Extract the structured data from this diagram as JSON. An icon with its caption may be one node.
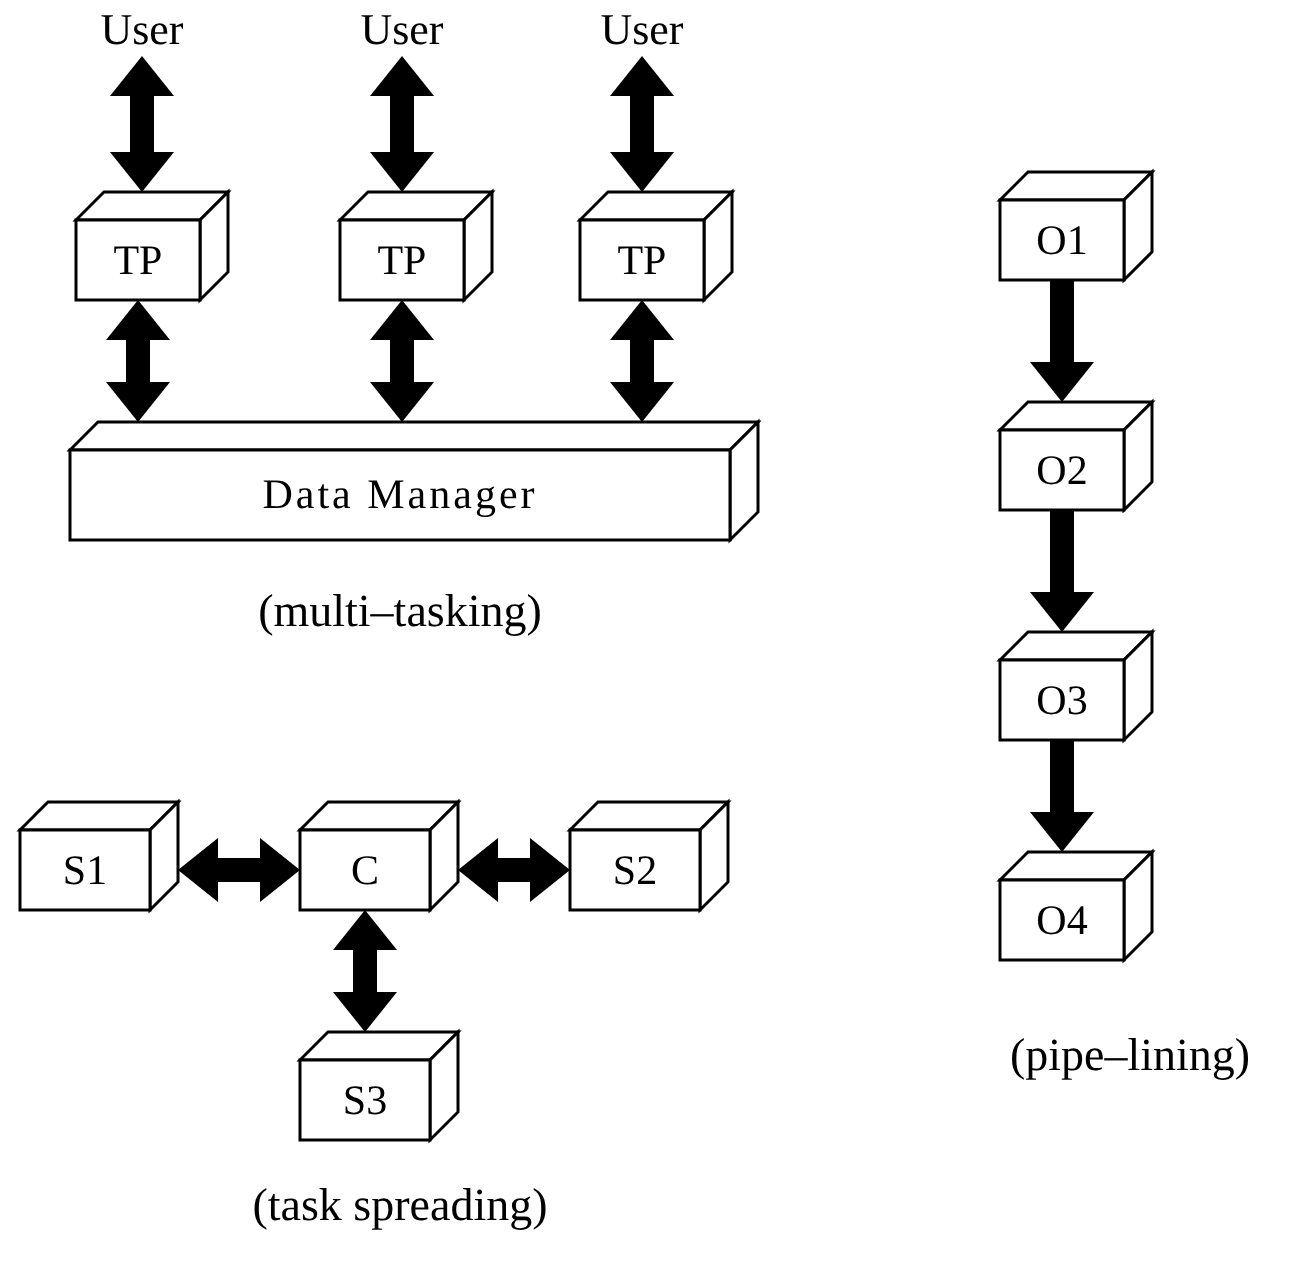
{
  "diagram": {
    "nodes": [
      {
        "text": [
          "User"
        ]
      },
      {
        "text": [
          "User"
        ]
      },
      {
        "text": [
          "User"
        ]
      },
      {
        "text": [
          "TP"
        ]
      },
      {
        "text": [
          "TP"
        ]
      },
      {
        "text": [
          "TP"
        ]
      },
      {
        "text": [
          "Data Manager"
        ]
      },
      {
        "text": [
          "O1"
        ]
      },
      {
        "text": [
          "O2"
        ]
      },
      {
        "text": [
          "O3"
        ]
      },
      {
        "text": [
          "O4"
        ]
      },
      {
        "text": [
          "S1"
        ]
      },
      {
        "text": [
          "C"
        ]
      },
      {
        "text": [
          "S2"
        ]
      },
      {
        "text": [
          "S3"
        ]
      }
    ],
    "edges": [
      {
        "from": 0,
        "to": 3,
        "arrow": "both"
      },
      {
        "from": 1,
        "to": 4,
        "arrow": "both"
      },
      {
        "from": 2,
        "to": 5,
        "arrow": "both"
      },
      {
        "from": 3,
        "to": 6,
        "arrow": "both"
      },
      {
        "from": 4,
        "to": 6,
        "arrow": "both"
      },
      {
        "from": 5,
        "to": 6,
        "arrow": "both"
      },
      {
        "from": 7,
        "to": 8,
        "arrow": "to"
      },
      {
        "from": 8,
        "to": 9,
        "arrow": "to"
      },
      {
        "from": 9,
        "to": 10,
        "arrow": "to"
      },
      {
        "from": 11,
        "to": 12,
        "arrow": "both"
      },
      {
        "from": 12,
        "to": 13,
        "arrow": "both"
      },
      {
        "from": 12,
        "to": 14,
        "arrow": "both"
      }
    ],
    "labels": [
      "(multi–tasking)",
      "(pipe–lining)",
      "(task spreading)"
    ]
  }
}
